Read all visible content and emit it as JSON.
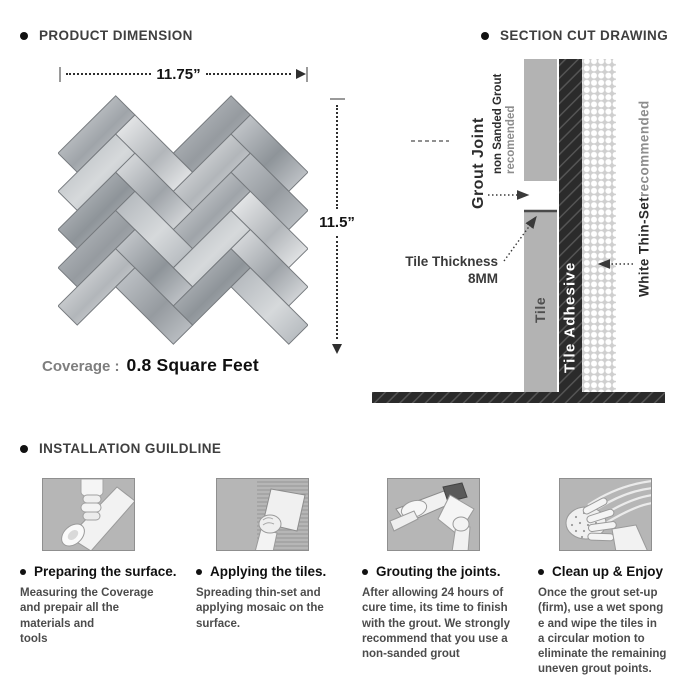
{
  "product_dimension": {
    "heading": "PRODUCT DIMENSION",
    "width_label": "11.75”",
    "height_label": "11.5”",
    "coverage_label": "Coverage :",
    "coverage_value": "0.8 Square Feet"
  },
  "section_cut": {
    "heading": "SECTION CUT DRAWING",
    "grout_joint_label": "Grout Joint",
    "grout_note_bold": "non Sanded Grout",
    "grout_note_gray": "recomended",
    "tile_thickness_label": "Tile Thickness",
    "tile_thickness_value": "8MM",
    "tile_label": "Tile",
    "adhesive_label": "Tile Adhesive",
    "thinset_bold": "White Thin-Set",
    "thinset_gray": " recommended"
  },
  "installation": {
    "heading": "INSTALLATION GUILDLINE",
    "steps": [
      {
        "title": "Preparing the surface.",
        "description": "Measuring the Coverage\nand prepair all the\nmaterials and\ntools"
      },
      {
        "title": "Applying the tiles.",
        "description": "Spreading thin-set and\napplying mosaic on the\nsurface."
      },
      {
        "title": "Grouting the joints.",
        "description": "After allowing 24 hours of\ncure time, its time to finish\nwith the grout. We strongly\nrecommend that you use a\nnon-sanded grout"
      },
      {
        "title": "Clean up & Enjoy",
        "description": "Once the grout set-up\n(firm), use a wet spong\ne and wipe the tiles in\n a circular motion to\neliminate the remaining\nuneven grout points."
      }
    ]
  },
  "colors": {
    "accent_dark": "#2b2b2b",
    "tile_bar_gray": "#b3b3b3",
    "thinset_bg": "#cfcfcf",
    "note_gray": "#8d8d8d",
    "tile_gradients": [
      [
        "#e2e4e6",
        "#9fa4a9"
      ],
      [
        "#cdd0d4",
        "#8e9499"
      ],
      [
        "#f0f1f2",
        "#b2b6ba"
      ],
      [
        "#aeb3b8",
        "#d6d9db"
      ],
      [
        "#c4c8cc",
        "#969ba0"
      ]
    ]
  }
}
